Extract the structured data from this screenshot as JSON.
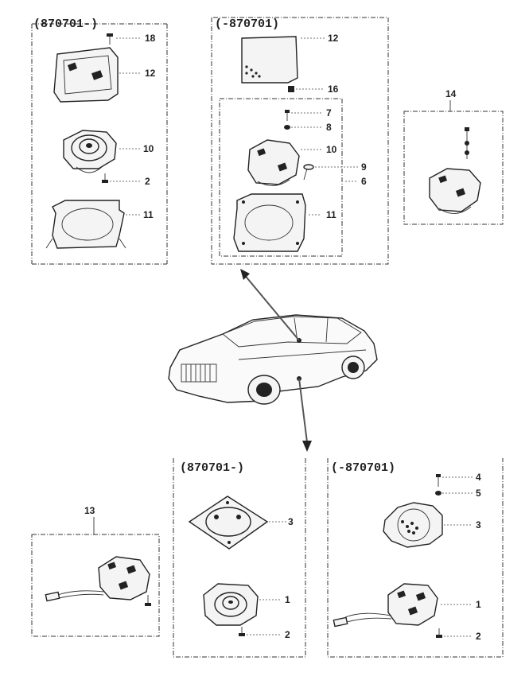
{
  "headers": {
    "top_left": "(870701-)",
    "top_mid": "(-870701)",
    "bottom_mid": "(870701-)",
    "bottom_right": "(-870701)"
  },
  "labels": {
    "tl_18": "18",
    "tl_12": "12",
    "tl_10": "10",
    "tl_2": "2",
    "tl_11": "11",
    "tm_12": "12",
    "tm_16": "16",
    "tm_7": "7",
    "tm_8": "8",
    "tm_10": "10",
    "tm_9": "9",
    "tm_6": "6",
    "tm_11": "11",
    "tr_14": "14",
    "bl_13": "13",
    "bm_3": "3",
    "bm_1": "1",
    "bm_2": "2",
    "br_4": "4",
    "br_5": "5",
    "br_3": "3",
    "br_1": "1",
    "br_2": "2"
  }
}
